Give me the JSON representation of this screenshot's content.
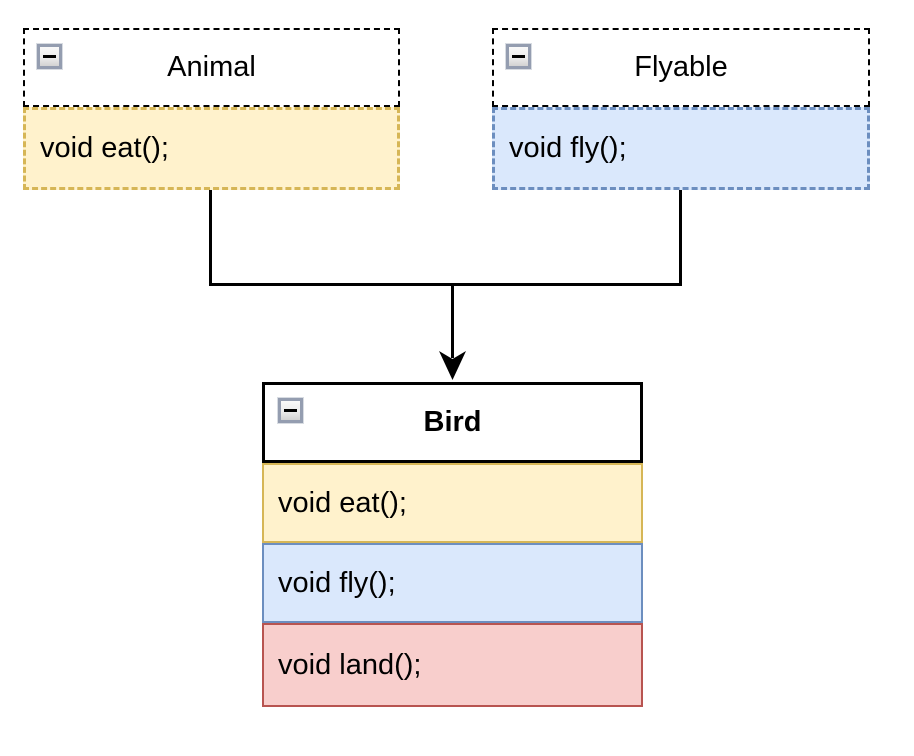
{
  "diagram": {
    "background_color": "#ffffff",
    "connector_color": "#000000",
    "collapse_icon": "minus-icon",
    "nodes": [
      {
        "id": "animal",
        "title": "Animal",
        "title_style": "dashed-border",
        "rows": [
          {
            "label": "void eat();",
            "fill": "#FFF2CC",
            "border": "#D6B656"
          }
        ]
      },
      {
        "id": "flyable",
        "title": "Flyable",
        "title_style": "dashed-border",
        "rows": [
          {
            "label": "void fly();",
            "fill": "#DAE8FC",
            "border": "#6C8EBF"
          }
        ]
      },
      {
        "id": "bird",
        "title": "Bird",
        "title_style": "solid-border-bold",
        "rows": [
          {
            "label": "void eat();",
            "fill": "#FFF2CC",
            "border": "#D6B656"
          },
          {
            "label": "void fly();",
            "fill": "#DAE8FC",
            "border": "#6C8EBF"
          },
          {
            "label": "void land();",
            "fill": "#F8CECC",
            "border": "#B85450"
          }
        ]
      }
    ],
    "edges": [
      {
        "from": "Animal",
        "to": "Bird",
        "arrow": "solid-triangle"
      },
      {
        "from": "Flyable",
        "to": "Bird",
        "arrow": "solid-triangle"
      }
    ]
  }
}
